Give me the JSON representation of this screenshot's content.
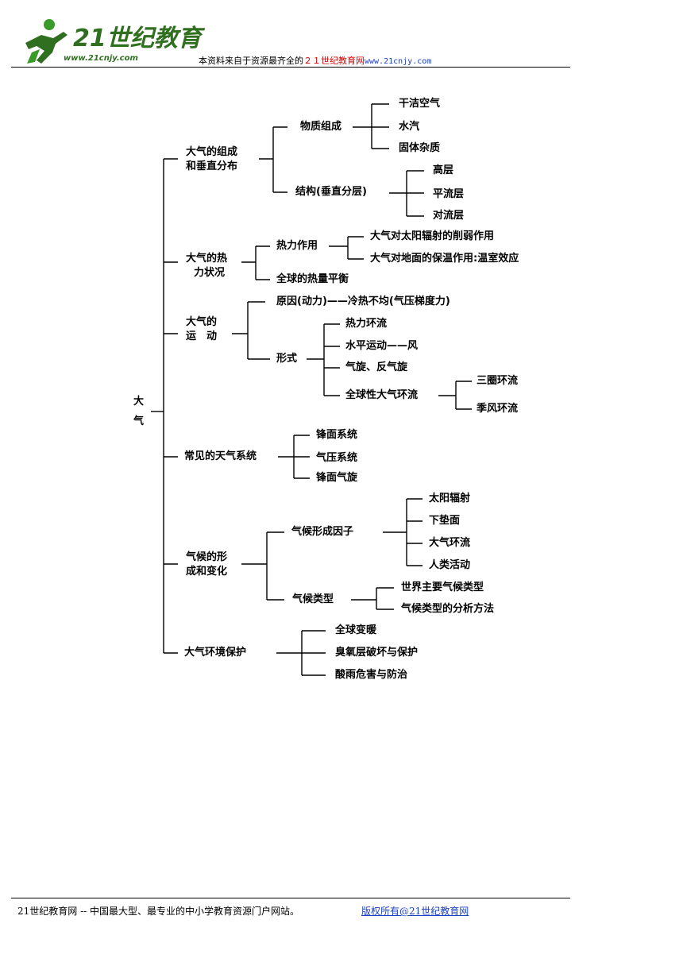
{
  "header": {
    "logo_text": "21世纪教育",
    "logo_url_text": "www.21cnjy.com",
    "source_prefix": "本资料来自于资源最齐全的",
    "source_site": "２１世纪教育网",
    "source_url": "www.21cnjy.com"
  },
  "diagram": {
    "root": "大气",
    "branches": {
      "b1": {
        "label_l1": "大气的组成",
        "label_l2": "和垂直分布",
        "composition": "物质组成",
        "comp_items": [
          "干洁空气",
          "水汽",
          "固体杂质"
        ],
        "structure": "结构(垂直分层)",
        "layers": [
          "高层",
          "平流层",
          "对流层"
        ]
      },
      "b2": {
        "label_l1": "大气的热",
        "label_l2": "力状况",
        "thermal": "热力作用",
        "thermal_items": [
          "大气对太阳辐射的削弱作用",
          "大气对地面的保温作用:温室效应"
        ],
        "balance": "全球的热量平衡"
      },
      "b3": {
        "label_l1": "大气的",
        "label_l2": "运　动",
        "cause": "原因(动力)——冷热不均(气压梯度力)",
        "form": "形式",
        "form_items": [
          "热力环流",
          "水平运动——风",
          "气旋、反气旋",
          "全球性大气环流"
        ],
        "global_items": [
          "三圈环流",
          "季风环流"
        ]
      },
      "b4": {
        "label": "常见的天气系统",
        "items": [
          "锋面系统",
          "气压系统",
          "锋面气旋"
        ]
      },
      "b5": {
        "label_l1": "气候的形",
        "label_l2": "成和变化",
        "factors": "气候形成因子",
        "factor_items": [
          "太阳辐射",
          "下垫面",
          "大气环流",
          "人类活动"
        ],
        "types": "气候类型",
        "type_items": [
          "世界主要气候类型",
          "气候类型的分析方法"
        ]
      },
      "b6": {
        "label": "大气环境保护",
        "items": [
          "全球变暖",
          "臭氧层破坏与保护",
          "酸雨危害与防治"
        ]
      }
    }
  },
  "footer": {
    "left": "21世纪教育网 -- 中国最大型、最专业的中小学教育资源门户网站。",
    "right": "版权所有@21世纪教育网"
  },
  "colors": {
    "logo_green": "#3a9a2a",
    "logo_dark": "#2f6f1f",
    "link_blue": "#1a3fbf",
    "source_red": "#d00000"
  }
}
